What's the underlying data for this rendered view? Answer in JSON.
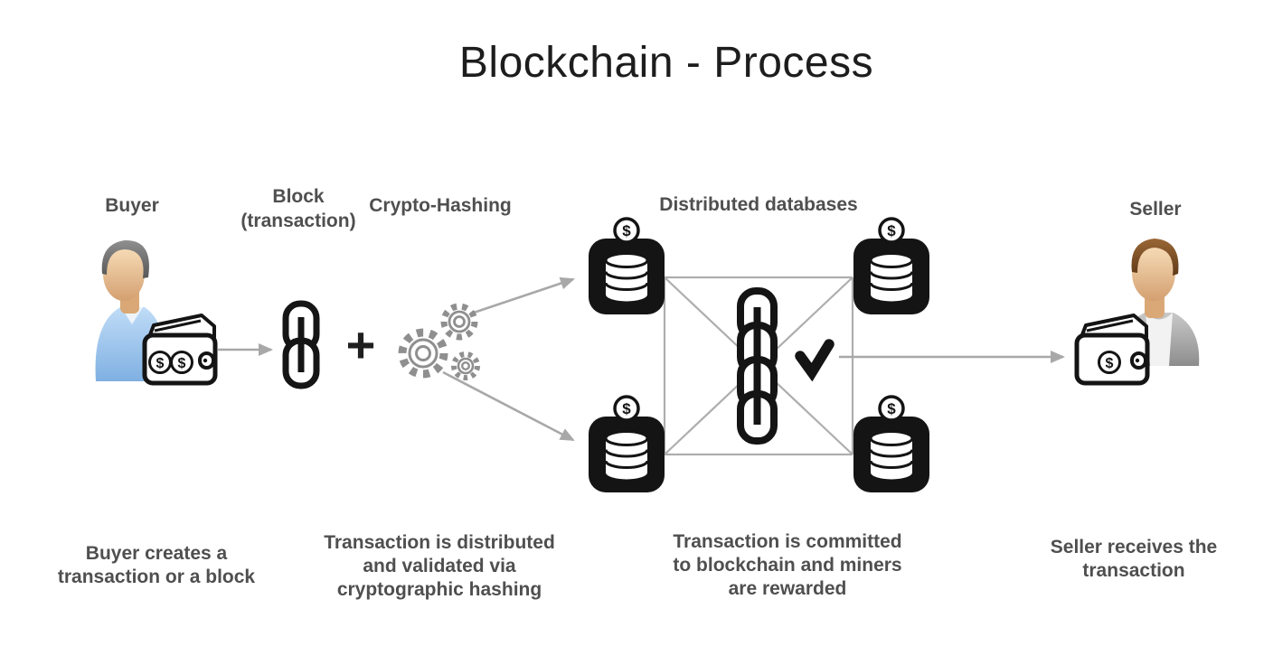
{
  "title": "Blockchain - Process",
  "labels": {
    "buyer": "Buyer",
    "block": [
      "Block",
      "(transaction)"
    ],
    "crypto_hashing": "Crypto-Hashing",
    "distributed_databases": "Distributed databases",
    "seller": "Seller"
  },
  "captions": {
    "buyer": [
      "Buyer creates a",
      "transaction or a block"
    ],
    "hashing": [
      "Transaction is distributed",
      "and validated via",
      "cryptographic hashing"
    ],
    "commit": [
      "Transaction is committed",
      "to blockchain and miners",
      "are rewarded"
    ],
    "seller": [
      "Seller receives the",
      "transaction"
    ]
  },
  "symbols": {
    "plus": "+",
    "dollar": "$"
  },
  "colors": {
    "title_text": "#1d1d1d",
    "label_text": "#4f4f4f",
    "connector_gray": "#a8a8a8",
    "icon_black": "#141414",
    "gear_gray": "#8f8f8f",
    "buyer_shirt_blue": "#9fc6ec",
    "seller_jacket_gray": "#a2a2a2",
    "skin_tone": "#ecc69c",
    "buyer_hair_gray": "#6f6f6f",
    "seller_hair_brown": "#84562f"
  }
}
